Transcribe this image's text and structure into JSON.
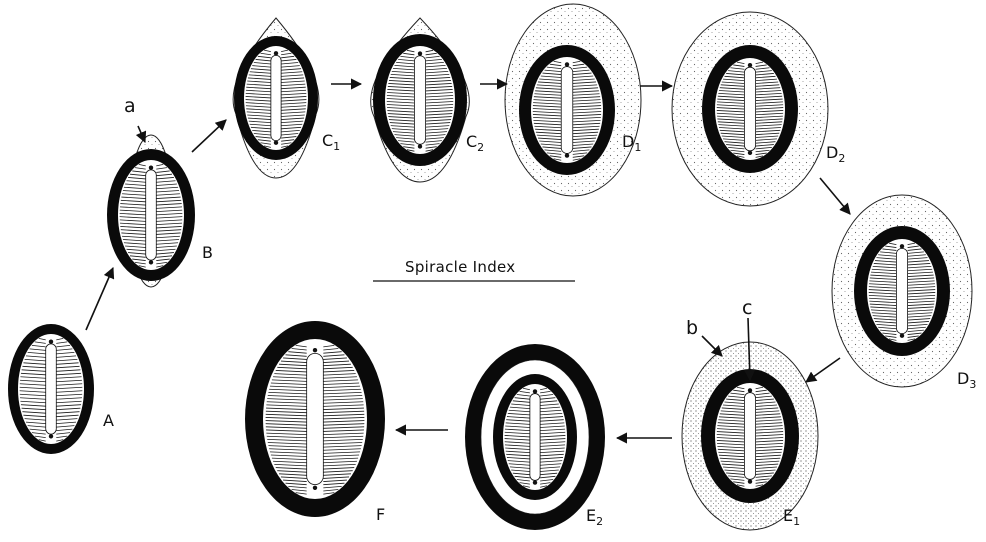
{
  "title": "Spiracle Index",
  "stages": {
    "A": {
      "letter": "A",
      "sub": ""
    },
    "B": {
      "letter": "B",
      "sub": ""
    },
    "C1": {
      "letter": "C",
      "sub": "1"
    },
    "C2": {
      "letter": "C",
      "sub": "2"
    },
    "D1": {
      "letter": "D",
      "sub": "1"
    },
    "D2": {
      "letter": "D",
      "sub": "2"
    },
    "D3": {
      "letter": "D",
      "sub": "3"
    },
    "E1": {
      "letter": "E",
      "sub": "1"
    },
    "E2": {
      "letter": "E",
      "sub": "2"
    },
    "F": {
      "letter": "F",
      "sub": ""
    }
  },
  "annotations": {
    "a": "a",
    "b": "b",
    "c": "c"
  }
}
